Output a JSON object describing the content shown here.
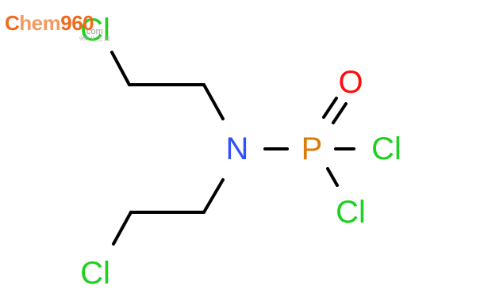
{
  "watermark": {
    "brand_c": "C",
    "brand_hem": "hem",
    "brand_960": "960",
    "brand_com": ".com",
    "subtitle": "960 化 工 网"
  },
  "molecule": {
    "atoms": {
      "cl_top": "Cl",
      "nitrogen": "N",
      "phosphorus": "P",
      "oxygen": "O",
      "cl_p_right": "Cl",
      "cl_p_lower": "Cl",
      "cl_bottom": "Cl"
    },
    "colors": {
      "carbon_bond": "#000000",
      "chlorine": "#1fd01f",
      "nitrogen": "#3050f8",
      "phosphorus": "#d97c08",
      "oxygen": "#ff0d0d"
    }
  }
}
